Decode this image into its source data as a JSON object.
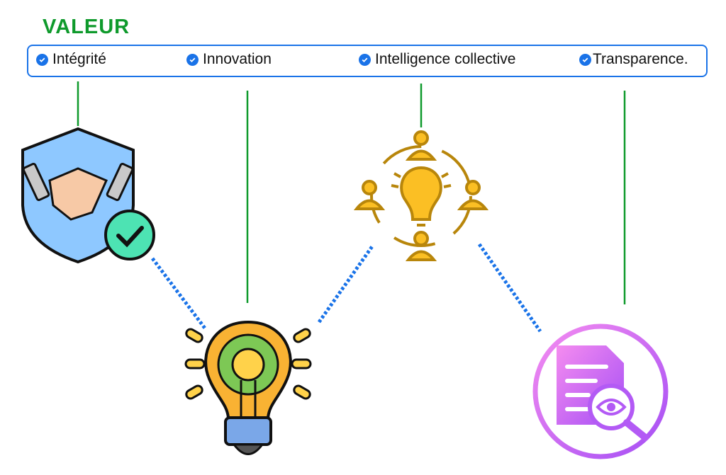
{
  "title": "VALEUR",
  "values": [
    {
      "label": "Intégrité",
      "icon": "handshake-shield-icon"
    },
    {
      "label": "Innovation",
      "icon": "lightbulb-gear-icon"
    },
    {
      "label": "Intelligence collective",
      "icon": "people-idea-icon"
    },
    {
      "label": "Transparence.",
      "icon": "document-eye-icon"
    }
  ],
  "colors": {
    "title": "#0f9a2c",
    "border": "#1a73e8",
    "connector": "#0f9a2c",
    "dots": "#1a73e8"
  }
}
